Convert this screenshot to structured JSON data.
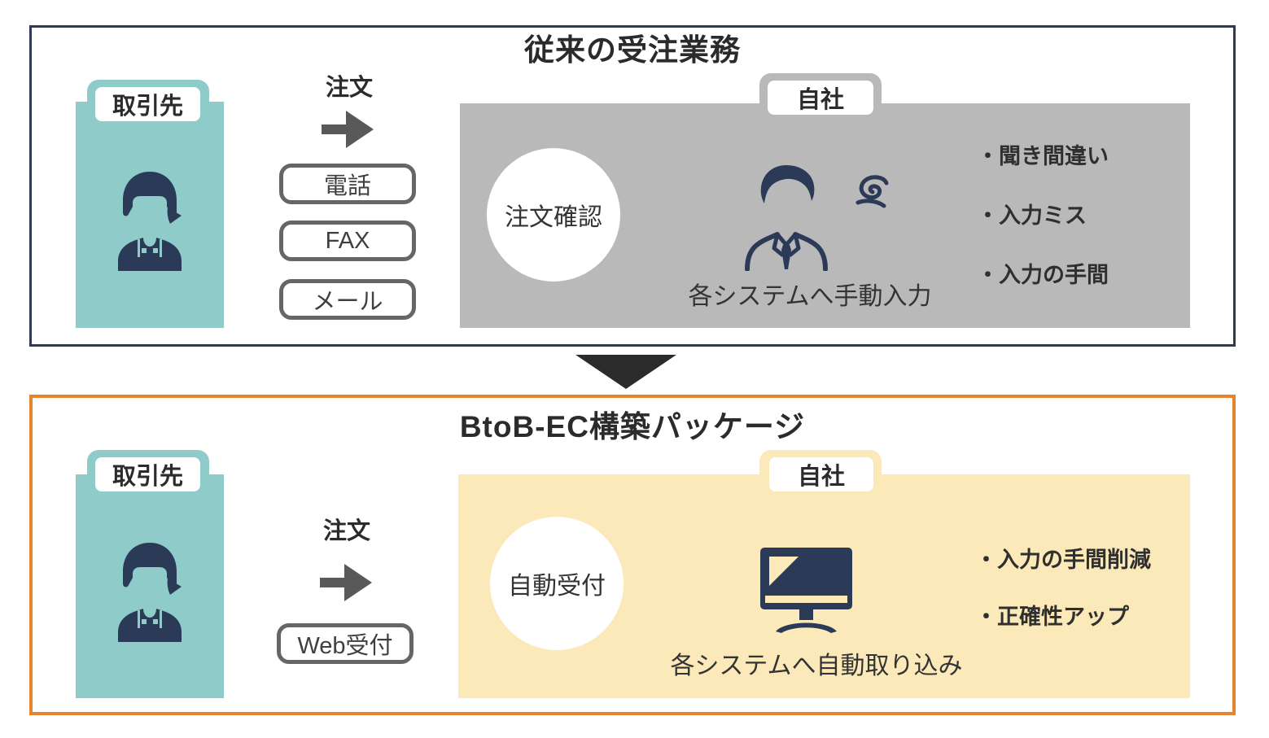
{
  "colors": {
    "navy_border": "#2f3b52",
    "orange_border": "#e8832e",
    "teal": "#8fcbc9",
    "gray_panel": "#b9b9b9",
    "cream_panel": "#fbe9b9",
    "icon_navy": "#2b3a57",
    "arrow_gray": "#595959",
    "triangle_dark": "#2b2b2b",
    "button_border": "#666666",
    "text_dark": "#2b2b2b"
  },
  "icons": {
    "partner_person": "worker-person-icon",
    "office_worker": "businessman-icon",
    "confusion": "confusion-scribble-icon",
    "computer": "computer-monitor-icon",
    "order_arrow": "arrow-right-icon",
    "flow_down": "triangle-down-icon"
  },
  "top": {
    "title": "従来の受注業務",
    "partner_label": "取引先",
    "order_label": "注文",
    "channels": [
      "電話",
      "FAX",
      "メール"
    ],
    "company_label": "自社",
    "process_circle": "注文確認",
    "caption": "各システムへ手動入力",
    "issues": [
      "・聞き間違い",
      "・入力ミス",
      "・入力の手間"
    ]
  },
  "bottom": {
    "title": "BtoB-EC構築パッケージ",
    "partner_label": "取引先",
    "order_label": "注文",
    "channels": [
      "Web受付"
    ],
    "company_label": "自社",
    "process_circle": "自動受付",
    "caption": "各システムへ自動取り込み",
    "benefits": [
      "・入力の手間削減",
      "・正確性アップ"
    ]
  }
}
